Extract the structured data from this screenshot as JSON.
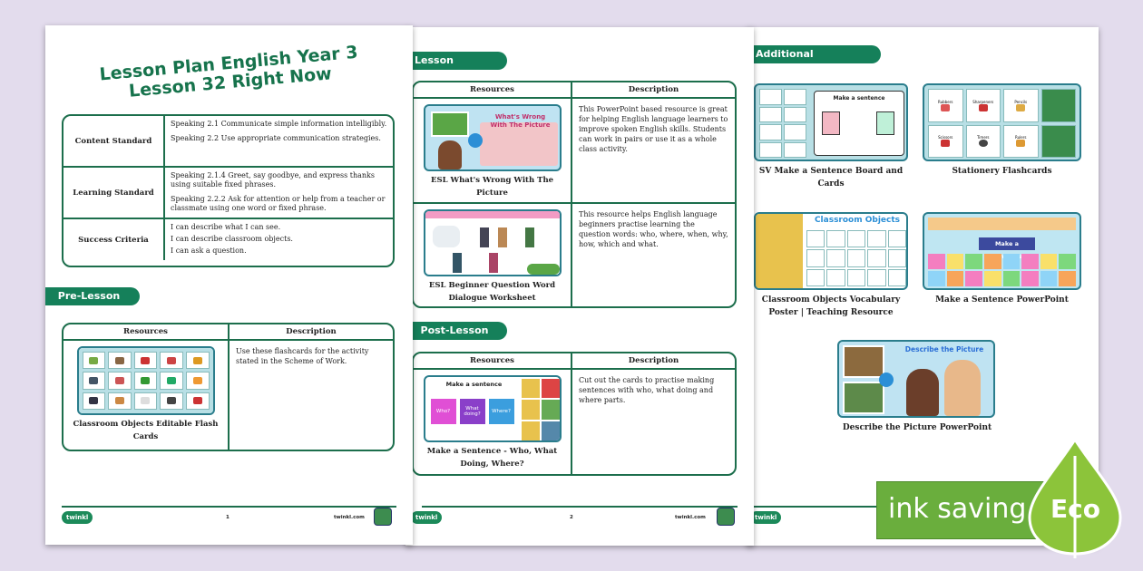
{
  "page1": {
    "title_line1": "Lesson Plan English Year 3",
    "title_line2": "Lesson 32 Right Now",
    "info_rows": [
      {
        "label": "Content Standard",
        "values": [
          "Speaking 2.1 Communicate simple information intelligibly.",
          "Speaking 2.2 Use appropriate communication strategies."
        ]
      },
      {
        "label": "Learning Standard",
        "values": [
          "Speaking 2.1.4 Greet, say goodbye, and express thanks using suitable fixed phrases.",
          "Speaking 2.2.2 Ask for attention or help from a teacher or classmate using one word or fixed phrase."
        ]
      },
      {
        "label": "Success Criteria",
        "values": [
          "I can describe what I can see.",
          "I can describe classroom objects.",
          "I can ask a question."
        ]
      }
    ],
    "pre_lesson_tab": "Pre-Lesson",
    "table_head_resources": "Resources",
    "table_head_description": "Description",
    "pre_lesson_row": {
      "caption": "Classroom Objects Editable Flash Cards",
      "description": "Use these flashcards for the activity stated in the Scheme of Work."
    },
    "footer_logo": "twinkl",
    "page_number": "1",
    "footer_url": "twinkl.com"
  },
  "page2": {
    "delivery_tab": "Lesson Delivery",
    "table_head_resources": "Resources",
    "table_head_description": "Description",
    "delivery_rows": [
      {
        "thumb_title": "What's Wrong With The Picture",
        "caption": "ESL What's Wrong With The Picture",
        "description": "This PowerPoint based resource is great for helping English language learners to improve spoken English skills. Students can work in pairs or use it as a whole class activity."
      },
      {
        "thumb_title": "",
        "caption": "ESL Beginner Question Word Dialogue Worksheet",
        "description": "This resource helps English language beginners practise learning the question words: who, where, when, why, how, which and what."
      }
    ],
    "post_tab": "Post-Lesson",
    "post_row": {
      "thumb_title": "Make a sentence",
      "cards": [
        "Who?",
        "What doing?",
        "Where?"
      ],
      "caption": "Make a Sentence - Who, What Doing, Where?",
      "description": "Cut out the cards to practise making sentences with who, what doing and where parts."
    },
    "footer_logo": "twinkl",
    "page_number": "2",
    "footer_url": "twinkl.com"
  },
  "page3": {
    "additional_tab": "Additional Resources",
    "resources": [
      {
        "caption": "SV Make a Sentence Board and Cards",
        "thumb_title": "Make a sentence"
      },
      {
        "caption": "Stationery Flashcards",
        "thumb_labels": [
          "Rubbers",
          "Sharpeners",
          "Pencils",
          "Scissors",
          "Timers",
          "Rulers"
        ]
      },
      {
        "caption": "Classroom Objects Vocabulary Poster | Teaching Resource",
        "thumb_title": "Classroom Objects"
      },
      {
        "caption": "Make a Sentence PowerPoint",
        "thumb_title": "Make a Sentence"
      },
      {
        "caption": "Describe the Picture PowerPoint",
        "thumb_title": "Describe the Picture"
      }
    ],
    "footer_logo": "twinkl"
  },
  "eco_badge": {
    "text": "ink saving",
    "leaf_text": "Eco"
  },
  "colors": {
    "brand_green": "#15805a",
    "border_green": "#1c6e4c",
    "eco_green": "#6aae3d",
    "background": "#e3dced"
  }
}
